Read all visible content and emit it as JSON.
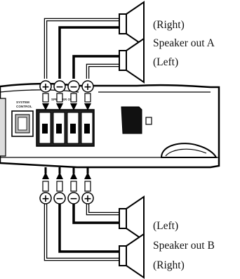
{
  "labels": {
    "a_right": "(Right)",
    "a_title": "Speaker out A",
    "a_left": "(Left)",
    "b_left": "(Left)",
    "b_title": "Speaker out B",
    "b_right": "(Right)"
  },
  "amp": {
    "system_control": [
      "SYSTEM",
      "CONTROL"
    ],
    "speaker_out": "SPEAKER OUT"
  },
  "polarity": {
    "top": [
      "+",
      "−",
      "−",
      "+"
    ],
    "bottom": [
      "+",
      "−",
      "−",
      "+"
    ]
  }
}
